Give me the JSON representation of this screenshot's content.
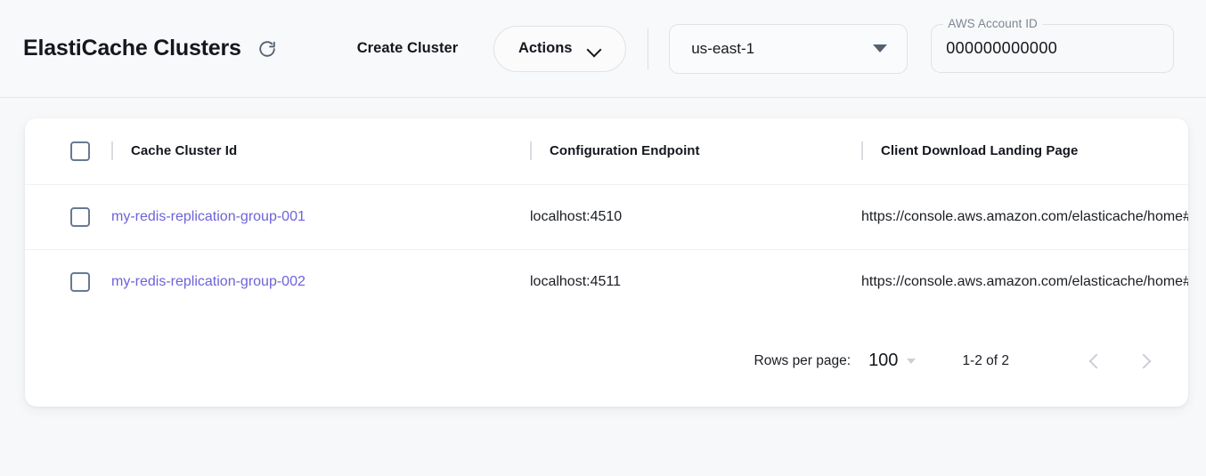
{
  "header": {
    "title": "ElastiCache Clusters",
    "refresh_icon": "refresh-icon",
    "create_cluster_label": "Create Cluster",
    "actions_label": "Actions",
    "actions_icon": "chevron-down-icon",
    "region": {
      "selected": "us-east-1",
      "icon": "triangle-down-icon"
    },
    "account": {
      "label": "AWS Account ID",
      "value": "000000000000"
    }
  },
  "table": {
    "columns": [
      {
        "key": "checkbox",
        "label": ""
      },
      {
        "key": "cache_cluster_id",
        "label": "Cache Cluster Id"
      },
      {
        "key": "configuration_endpoint",
        "label": "Configuration Endpoint"
      },
      {
        "key": "client_download_landing_page",
        "label": "Client Download Landing Page"
      }
    ],
    "rows": [
      {
        "cache_cluster_id": "my-redis-replication-group-001",
        "configuration_endpoint": "localhost:4510",
        "client_download_landing_page": "https://console.aws.amazon.com/elasticache/home#client-download:"
      },
      {
        "cache_cluster_id": "my-redis-replication-group-002",
        "configuration_endpoint": "localhost:4511",
        "client_download_landing_page": "https://console.aws.amazon.com/elasticache/home#client-download:"
      }
    ]
  },
  "pagination": {
    "rows_per_page_label": "Rows per page:",
    "rows_per_page_value": "100",
    "range_label": "1-2 of 2",
    "prev_icon": "chevron-left-icon",
    "next_icon": "chevron-right-icon"
  },
  "colors": {
    "page_background": "#f7f8fa",
    "link": "#6c63d8",
    "checkbox_border": "#667a93",
    "icon_muted": "#55606f"
  }
}
